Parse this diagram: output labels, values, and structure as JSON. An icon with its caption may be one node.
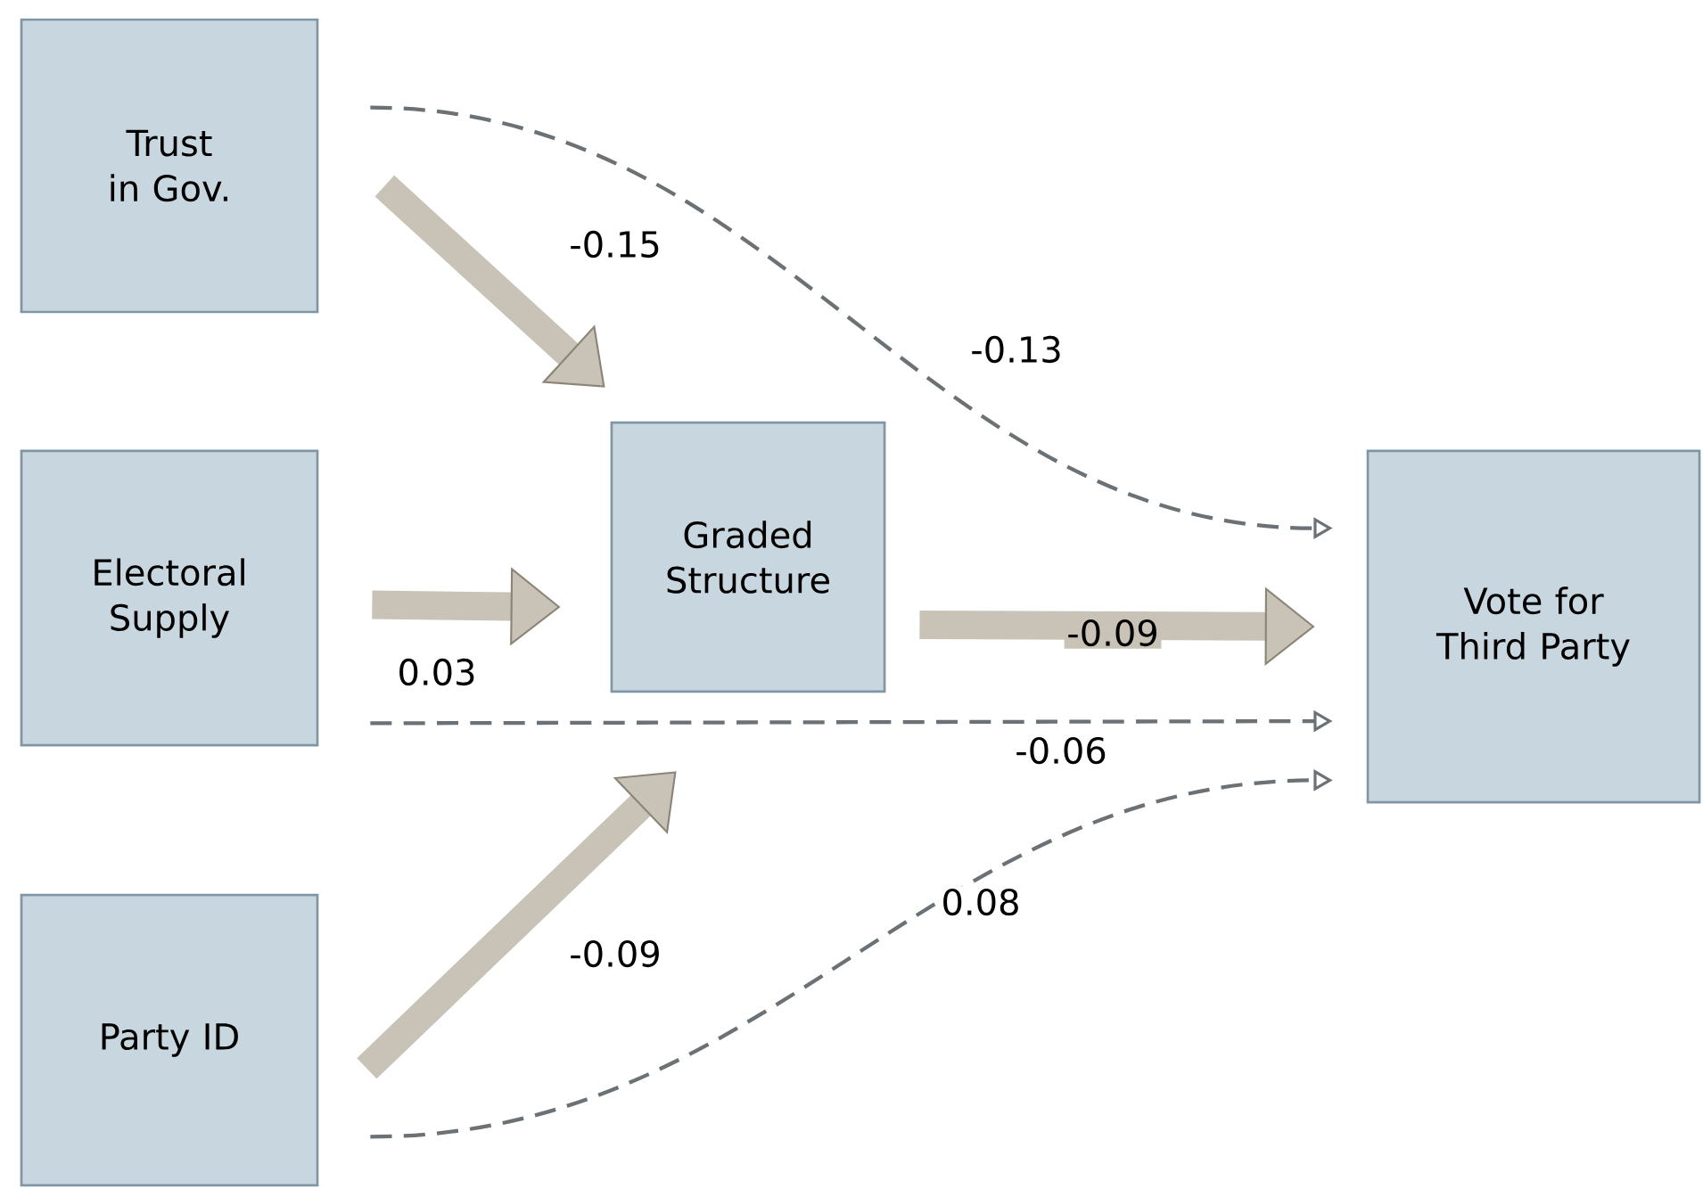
{
  "diagram": {
    "nodes": [
      {
        "text": [
          "Trust in Gov."
        ]
      },
      {
        "text": [
          "Electoral Supply"
        ]
      },
      {
        "text": [
          "Party ID"
        ]
      },
      {
        "text": [
          "Graded Structure"
        ]
      },
      {
        "text": [
          "Vote for Third Party"
        ]
      }
    ],
    "edges": [
      {
        "from": 0,
        "to": 3,
        "arrow": "to",
        "label": "-0.15"
      },
      {
        "from": 1,
        "to": 3,
        "arrow": "to",
        "label": "0.03"
      },
      {
        "from": 3,
        "to": 4,
        "arrow": "to",
        "label": "-0.09"
      },
      {
        "from": 2,
        "to": 3,
        "arrow": "to",
        "label": "-0.09"
      },
      {
        "from": 0,
        "to": 4,
        "arrow": "to",
        "style": "dashed",
        "color": "#6b7175",
        "label": "-0.13"
      },
      {
        "from": 1,
        "to": 4,
        "arrow": "to",
        "style": "dashed",
        "color": "#6b7175",
        "label": "-0.06"
      },
      {
        "from": 2,
        "to": 4,
        "arrow": "to",
        "style": "dashed",
        "color": "#6b7175",
        "label": "0.08"
      }
    ]
  }
}
